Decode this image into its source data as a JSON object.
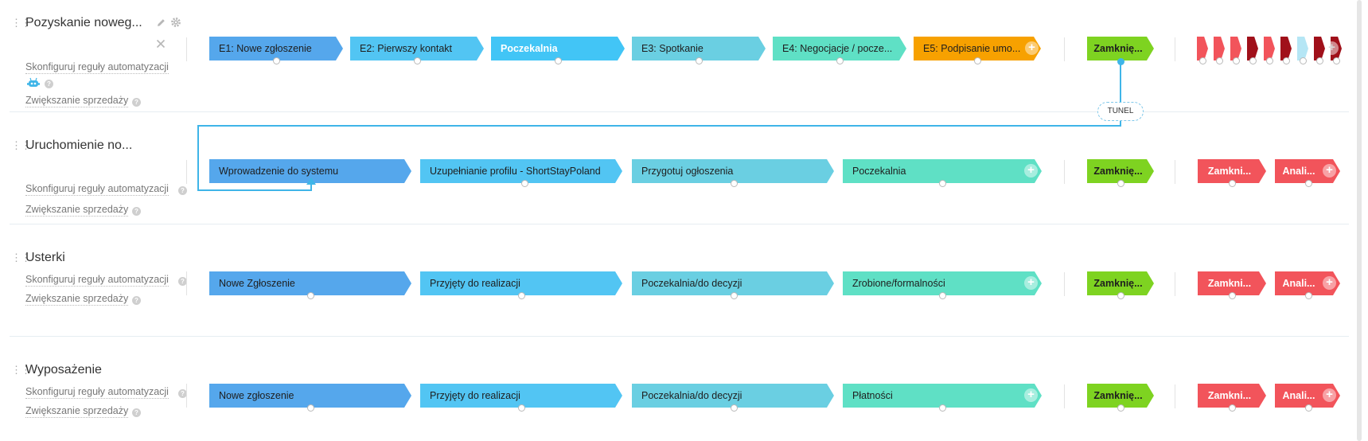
{
  "pipelines": [
    {
      "name": "Pozyskanie noweg...",
      "automation_label": "Skonfiguruj reguły automatyzacji",
      "sales_label": "Zwiększanie sprzedaży",
      "stages": [
        {
          "label": "E1: Nowe zgłoszenie",
          "color": "#55a7ec"
        },
        {
          "label": "E2: Pierwszy kontakt",
          "color": "#52c5f3"
        },
        {
          "label": "Poczekalnia",
          "color": "#42c5f6"
        },
        {
          "label": "E3: Spotkanie",
          "color": "#6acfe2"
        },
        {
          "label": "E4: Negocjacje / pocze...",
          "color": "#5fe0c5"
        },
        {
          "label": "E5: Podpisanie umo...",
          "color": "#f7a100"
        }
      ],
      "won_label": "Zamknię...",
      "lost_flags": [
        "#f2545b",
        "#f2545b",
        "#f2545b",
        "#a0101a",
        "#f2545b",
        "#a0101a",
        "#b5e6f5",
        "#a0101a",
        "#a0101a"
      ]
    },
    {
      "name": "Uruchomienie no...",
      "automation_label": "Skonfiguruj reguły automatyzacji",
      "sales_label": "Zwiększanie sprzedaży",
      "stages": [
        {
          "label": "Wprowadzenie do systemu",
          "color": "#55a7ec"
        },
        {
          "label": "Uzupełnianie profilu - ShortStayPoland",
          "color": "#52c5f3"
        },
        {
          "label": "Przygotuj ogłoszenia",
          "color": "#6acfe2"
        },
        {
          "label": "Poczekalnia",
          "color": "#5fe0c5"
        }
      ],
      "won_label": "Zamknię...",
      "lost_labels": [
        "Zamkni...",
        "Anali..."
      ]
    },
    {
      "name": "Usterki",
      "automation_label": "Skonfiguruj reguły automatyzacji",
      "sales_label": "Zwiększanie sprzedaży",
      "stages": [
        {
          "label": "Nowe Zgłoszenie",
          "color": "#55a7ec"
        },
        {
          "label": "Przyjęty do realizacji",
          "color": "#52c5f3"
        },
        {
          "label": "Poczekalnia/do decyzji",
          "color": "#6acfe2"
        },
        {
          "label": "Zrobione/formalności",
          "color": "#5fe0c5"
        }
      ],
      "won_label": "Zamknię...",
      "lost_labels": [
        "Zamkni...",
        "Anali..."
      ]
    },
    {
      "name": "Wyposażenie",
      "automation_label": "Skonfiguruj reguły automatyzacji",
      "sales_label": "Zwiększanie sprzedaży",
      "stages": [
        {
          "label": "Nowe zgłoszenie",
          "color": "#55a7ec"
        },
        {
          "label": "Przyjęty do realizacji",
          "color": "#52c5f3"
        },
        {
          "label": "Poczekalnia/do decyzji",
          "color": "#6acfe2"
        },
        {
          "label": "Płatności",
          "color": "#5fe0c5"
        }
      ],
      "won_label": "Zamknię...",
      "lost_labels": [
        "Zamkni...",
        "Anali..."
      ]
    }
  ],
  "tunnel_label": "TUNEL",
  "colors": {
    "won": "#7ed321",
    "lost": "#f2545b",
    "tunnel": "#3fb5e8",
    "accent": "#3fb5e8"
  },
  "icons": [
    "drag-handle-icon",
    "pencil-icon",
    "gear-icon",
    "close-icon",
    "robot-icon",
    "help-icon",
    "plus-icon"
  ]
}
